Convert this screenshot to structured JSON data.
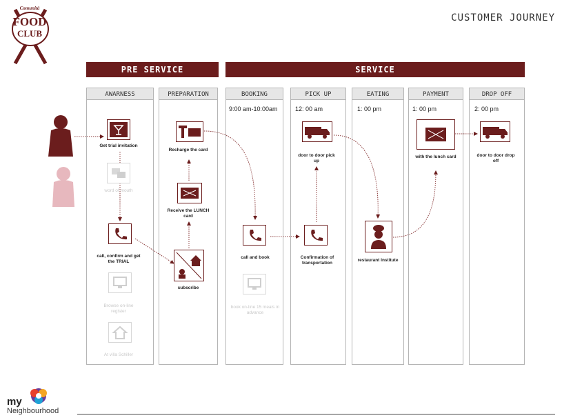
{
  "logo": {
    "top_text": "Comunità",
    "word1": "FOOD",
    "word2": "CLUB"
  },
  "title": "CUSTOMER JOURNEY",
  "phases": [
    "PRE SERVICE",
    "SERVICE"
  ],
  "columns": [
    "AWARNESS",
    "PREPARATION",
    "BOOKING",
    "PICK UP",
    "EATING",
    "PAYMENT",
    "DROP OFF"
  ],
  "times": {
    "booking": "9:00 am-10:00am",
    "pickup": "12: 00 am",
    "eating": "1: 00 pm",
    "payment": "1: 00 pm",
    "dropoff": "2: 00 pm"
  },
  "steps": {
    "trial": "Get trial invitation",
    "word": "word of mouth",
    "call_confirm": "call, confirm and get the TRIAL",
    "browse": "Browse on-line register",
    "villa": "At villa Schiller",
    "recharge": "Recharge the card",
    "receive": "Receive the LUNCH card",
    "subscribe": "subscribe",
    "callbook": "call and book",
    "bookonline": "book on-line 15 meals in advance",
    "door_pickup": "door to door pick up",
    "confirm_transport": "Confirmation of transportation",
    "restaurant": "restaurant Institute",
    "lunchcard": "with the lunch card",
    "dropoff": "door to door drop off"
  },
  "footer": {
    "my": "my",
    "neighbourhood": "Neighbourhood"
  },
  "colors": {
    "brand": "#6b1d1d",
    "faded": "#d8d8d8"
  }
}
